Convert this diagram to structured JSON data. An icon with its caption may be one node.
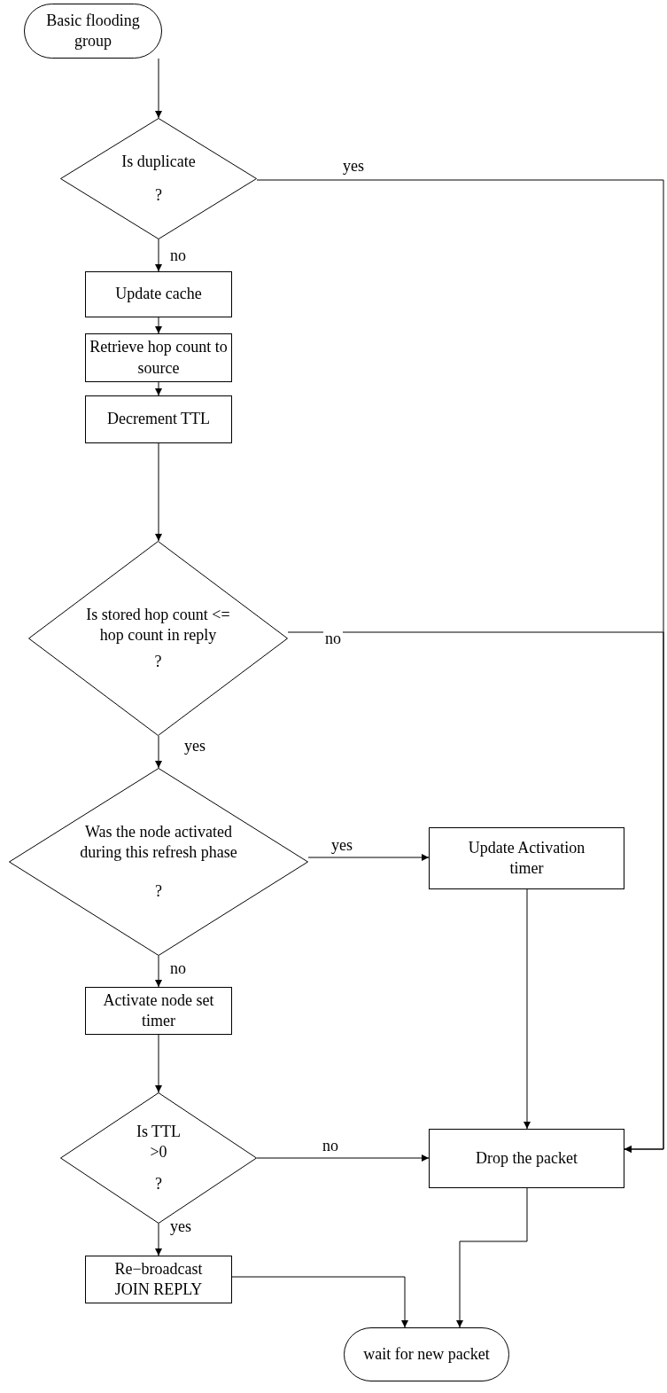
{
  "diagram": {
    "nodes": [
      {
        "text": [
          "Basic flooding group"
        ]
      },
      {
        "text": [
          "Is duplicate",
          "?"
        ]
      },
      {
        "text": [
          "Update cache"
        ]
      },
      {
        "text": [
          "Retrieve hop count to source"
        ]
      },
      {
        "text": [
          "Decrement TTL"
        ]
      },
      {
        "text": [
          "Is stored hop count <= hop count in reply",
          "?"
        ]
      },
      {
        "text": [
          "Was the node activated during this refresh phase",
          "?"
        ]
      },
      {
        "text": [
          "Update Activation timer"
        ]
      },
      {
        "text": [
          "Activate node set timer"
        ]
      },
      {
        "text": [
          "Is TTL >0",
          "?"
        ]
      },
      {
        "text": [
          "Drop the packet"
        ]
      },
      {
        "text": [
          "Re−broadcast JOIN REPLY"
        ]
      },
      {
        "text": [
          "wait for new packet"
        ]
      }
    ],
    "edges": [
      {
        "from": 0,
        "to": 1,
        "arrow": "to"
      },
      {
        "from": 1,
        "to": 2,
        "arrow": "to",
        "label": "no"
      },
      {
        "from": 1,
        "to": 10,
        "arrow": "to",
        "label": "yes"
      },
      {
        "from": 2,
        "to": 3,
        "arrow": "to"
      },
      {
        "from": 3,
        "to": 4,
        "arrow": "to"
      },
      {
        "from": 4,
        "to": 5,
        "arrow": "to"
      },
      {
        "from": 5,
        "to": 10,
        "arrow": "to",
        "label": "no"
      },
      {
        "from": 5,
        "to": 6,
        "arrow": "to",
        "label": "yes"
      },
      {
        "from": 6,
        "to": 7,
        "arrow": "to",
        "label": "yes"
      },
      {
        "from": 6,
        "to": 8,
        "arrow": "to",
        "label": "no"
      },
      {
        "from": 7,
        "to": 10,
        "arrow": "to"
      },
      {
        "from": 8,
        "to": 9,
        "arrow": "to"
      },
      {
        "from": 9,
        "to": 10,
        "arrow": "to",
        "label": "no"
      },
      {
        "from": 9,
        "to": 11,
        "arrow": "to",
        "label": "yes"
      },
      {
        "from": 11,
        "to": 12,
        "arrow": "to"
      },
      {
        "from": 10,
        "to": 12,
        "arrow": "to"
      }
    ]
  }
}
